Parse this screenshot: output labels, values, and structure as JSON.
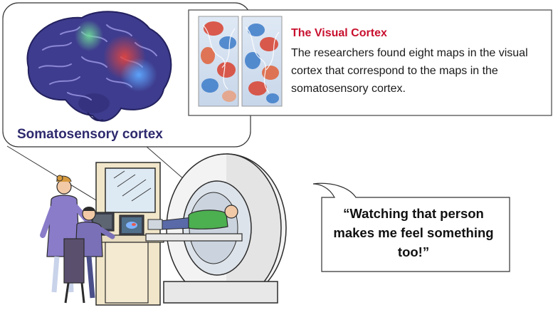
{
  "brain_callout": {
    "label": "Somatosensory cortex"
  },
  "info_box": {
    "title": "The Visual Cortex",
    "body": "The researchers found eight maps in the visual cortex that correspond to the maps in the somatosensory cortex."
  },
  "speech_bubble": {
    "quote": "“Watching that person makes me feel something too!”"
  },
  "colors": {
    "title_red": "#c8102e",
    "label_navy": "#2e2a6e",
    "brain_fill": "#3e3c8e",
    "patient_shirt": "#4caf50",
    "outline": "#2b2b2b"
  }
}
